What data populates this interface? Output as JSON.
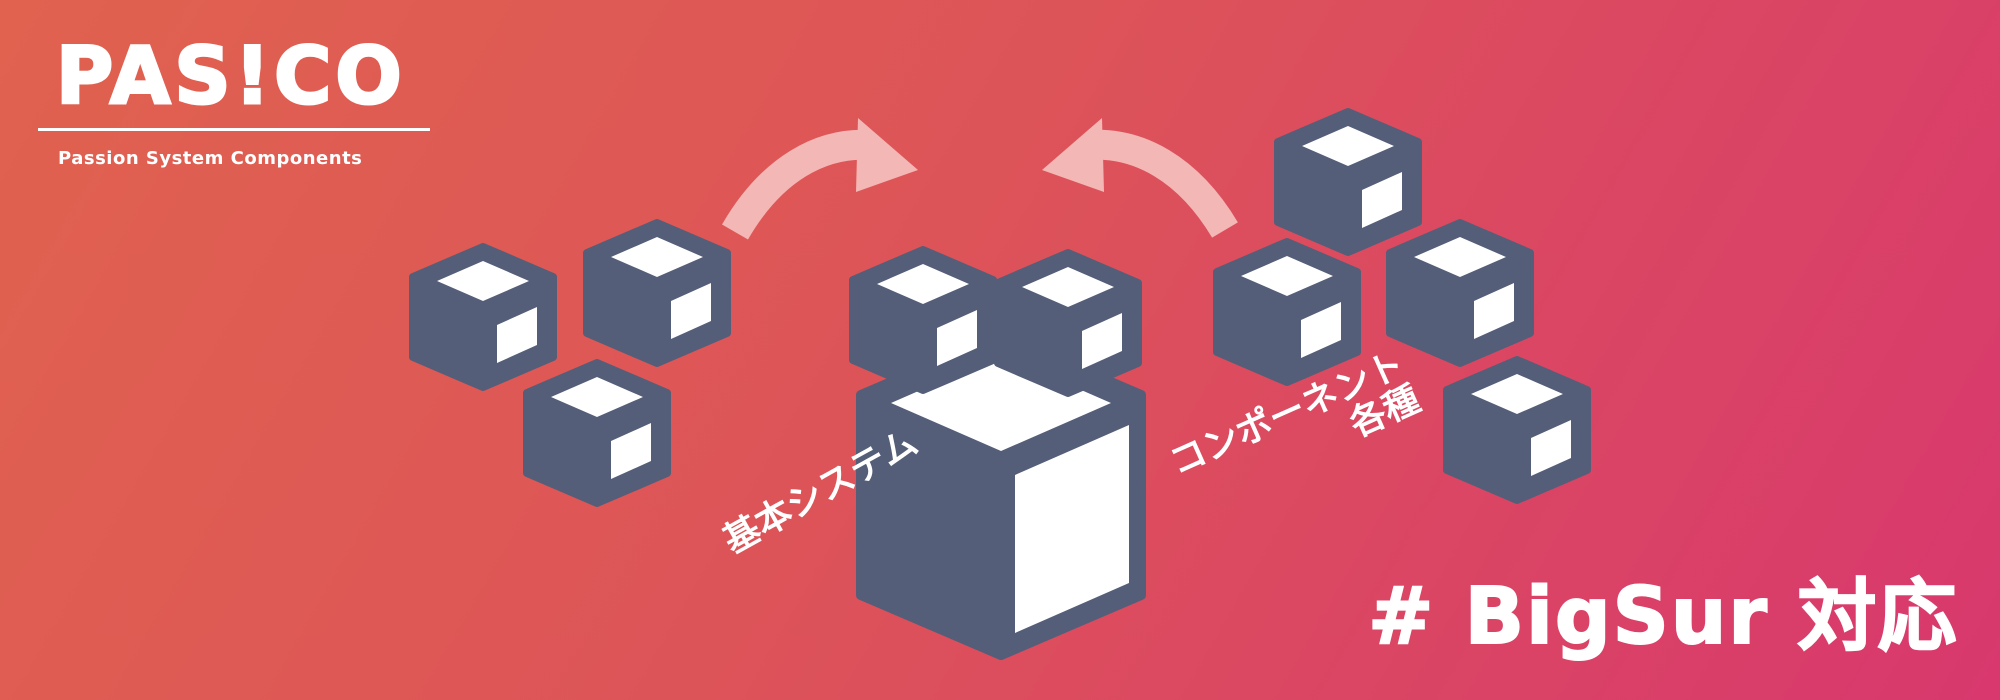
{
  "logo": {
    "name": "PAS!CO",
    "tagline": "Passion System Components"
  },
  "labels": {
    "base_system": "基本システム",
    "components_line1": "コンポーネント",
    "components_line2": "各種"
  },
  "badge": "# BigSur 対応",
  "colors": {
    "gradient_start": "#e0624f",
    "gradient_end": "#d8386e",
    "cube": "#545e78",
    "cube_face": "#ffffff",
    "arrow": "#f3b7b5",
    "text": "#ffffff"
  },
  "icons": [
    "cube-icon",
    "curved-arrow-icon"
  ]
}
